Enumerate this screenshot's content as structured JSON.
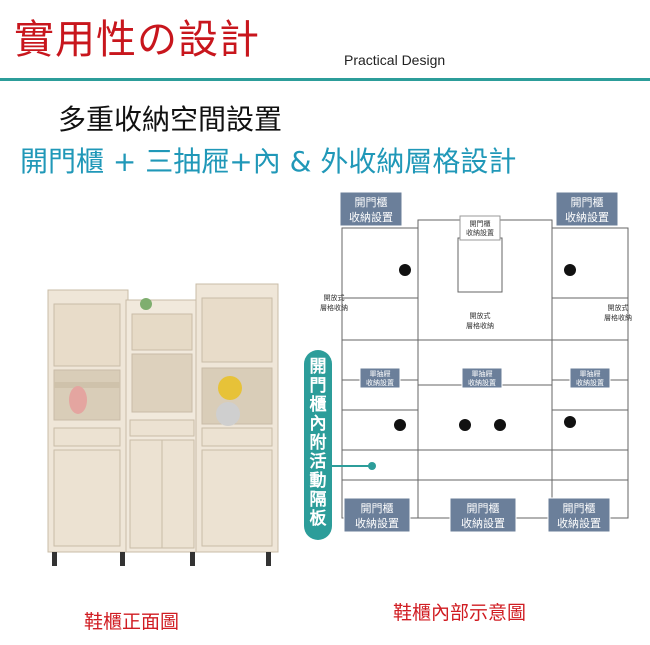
{
  "header": {
    "title": "實用性の設計",
    "subtitle_en": "Practical Design"
  },
  "headline": {
    "line1": "多重收納空間設置",
    "line2": "開門櫃 + 三抽屜+內 & 外收納層格設計"
  },
  "diagram": {
    "door_storage_label": [
      "開門櫃",
      "收納設置"
    ],
    "center_door_label": [
      "開門櫃",
      "收納設置"
    ],
    "open_shelf_label": [
      "開放式",
      "層格收納"
    ],
    "single_drawer_label": [
      "單抽屜",
      "收納設置"
    ],
    "vertical_callout": [
      "開",
      "門",
      "櫃",
      "內",
      "附",
      "活",
      "動",
      "隔",
      "板"
    ]
  },
  "captions": {
    "left": "鞋櫃正面圖",
    "right": "鞋櫃內部示意圖"
  },
  "colors": {
    "title_red": "#c8161d",
    "accent_teal": "#2c9d9a",
    "headline_blue": "#2098b8",
    "label_box": "#6b7f9a"
  }
}
